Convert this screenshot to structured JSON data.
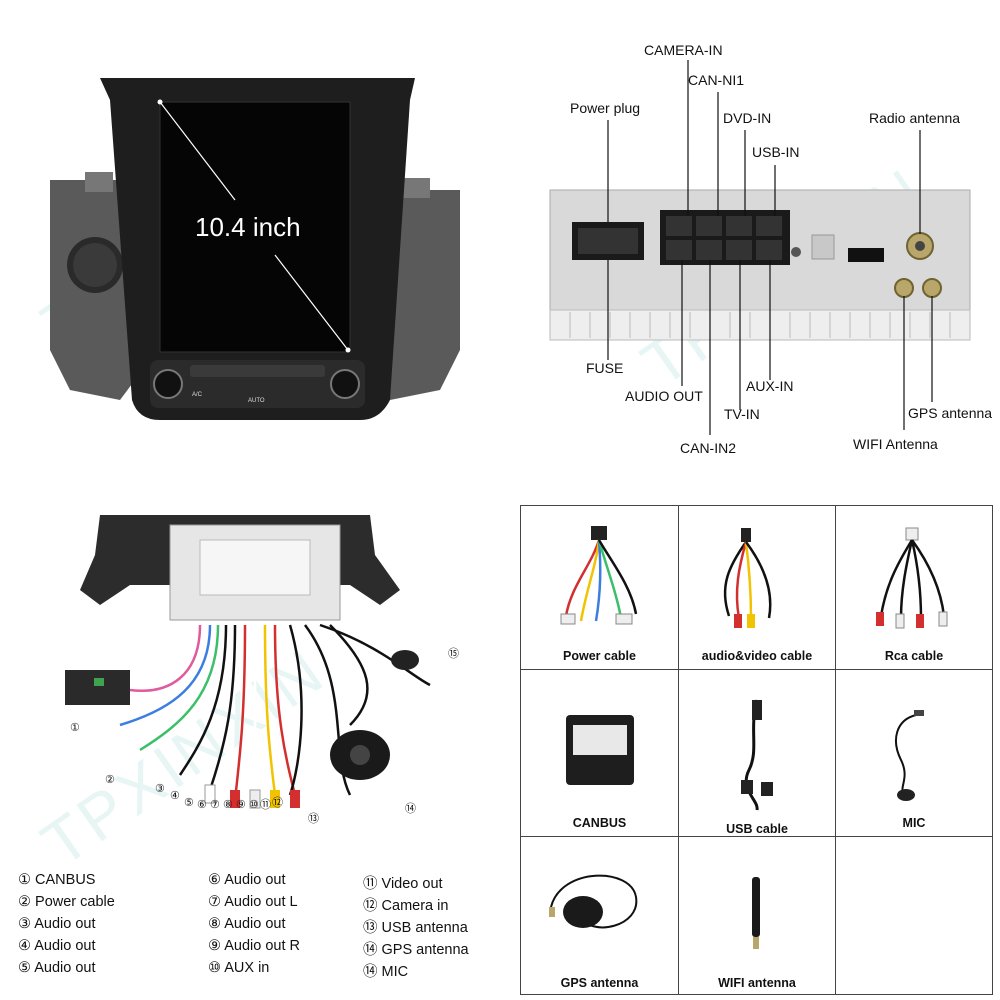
{
  "screen_panel": {
    "size_label": "10.4 inch"
  },
  "connector_panel": {
    "labels": {
      "camera_in": "CAMERA-IN",
      "can_ni1": "CAN-NI1",
      "power_plug": "Power plug",
      "dvd_in": "DVD-IN",
      "usb_in": "USB-IN",
      "radio_antenna": "Radio antenna",
      "fuse": "FUSE",
      "audio_out": "AUDIO OUT",
      "aux_in": "AUX-IN",
      "tv_in": "TV-IN",
      "gps_antenna": "GPS antenna",
      "wifi_antenna": "WIFI Antenna",
      "can_in2": "CAN-IN2"
    }
  },
  "callouts": {
    "n1": "①",
    "n2": "②",
    "n3": "③",
    "n4": "④",
    "n5": "⑤",
    "n6": "⑥",
    "n7": "⑦",
    "n8": "⑧",
    "n9": "⑨",
    "n10": "⑩",
    "n11": "⑪",
    "n12": "⑫",
    "n13": "⑬",
    "n14": "⑭",
    "n15": "⑮"
  },
  "legend": {
    "col1": [
      "① CANBUS",
      "② Power cable",
      "③ Audio out",
      "④ Audio out",
      "⑤ Audio out"
    ],
    "col2": [
      "⑥ Audio out",
      "⑦ Audio out L",
      "⑧ Audio out",
      "⑨ Audio out R",
      "⑩ AUX in"
    ],
    "col3": [
      "⑪ Video out",
      "⑫ Camera in",
      "⑬ USB antenna",
      "⑭ GPS antenna",
      "⑭  MIC"
    ]
  },
  "accessories": {
    "power_cable": "Power cable",
    "av_cable": "audio&video cable",
    "rca_cable": "Rca cable",
    "canbus": "CANBUS",
    "usb_cable": "USB cable",
    "mic": "MIC",
    "gps_antenna": "GPS antenna",
    "wifi_antenna": "WIFI antenna"
  },
  "watermark": "TPXINXIN",
  "colors": {
    "line": "#111111",
    "grid_border": "#444444",
    "unit_body": "#d9d9d9"
  }
}
